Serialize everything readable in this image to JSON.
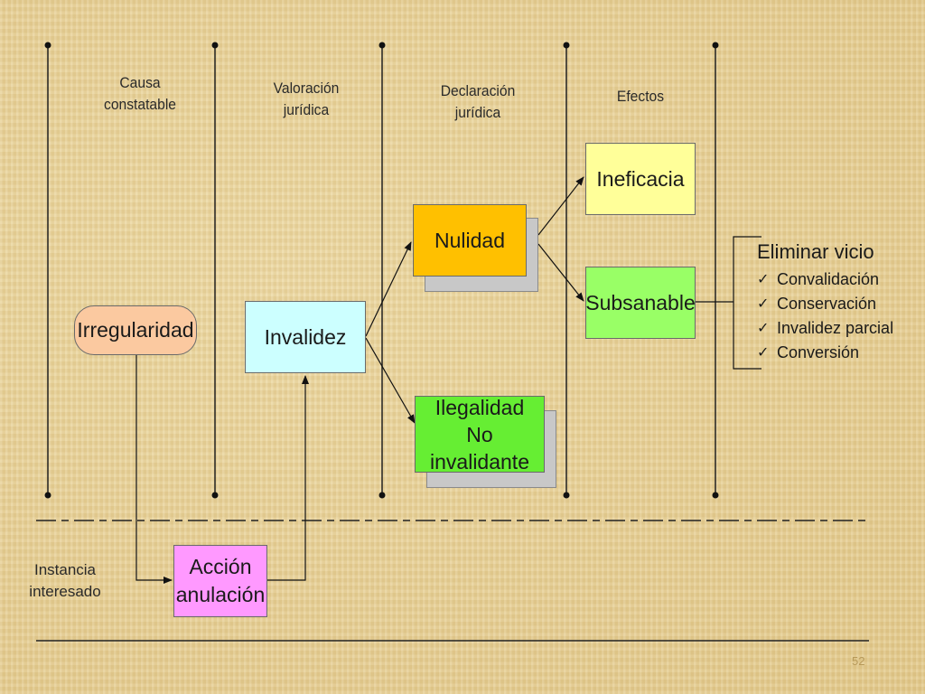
{
  "columns": {
    "causa": "Causa\nconstatable",
    "valoracion": "Valoración\njurídica",
    "declaracion": "Declaración\njurídica",
    "efectos": "Efectos"
  },
  "nodes": {
    "irregularidad": "Irregularidad",
    "invalidez": "Invalidez",
    "nulidad": "Nulidad",
    "ilegalidad_line1": "Ilegalidad",
    "ilegalidad_line2": "No invalidante",
    "ineficacia": "Ineficacia",
    "subsanable": "Subsanable",
    "accion_line1": "Acción",
    "accion_line2": "anulación"
  },
  "instancia": "Instancia\ninteresado",
  "effects": {
    "title": "Eliminar vicio",
    "items": [
      "Convalidación",
      "Conservación",
      "Invalidez parcial",
      "Conversión"
    ]
  },
  "page_number": "52",
  "colors": {
    "irregularidad": "#fbc9a0",
    "invalidez": "#ccffff",
    "nulidad": "#ffc000",
    "ilegalidad": "#66ee33",
    "ineficacia": "#ffff99",
    "subsanable": "#99ff66",
    "accion": "#ff99ff"
  }
}
